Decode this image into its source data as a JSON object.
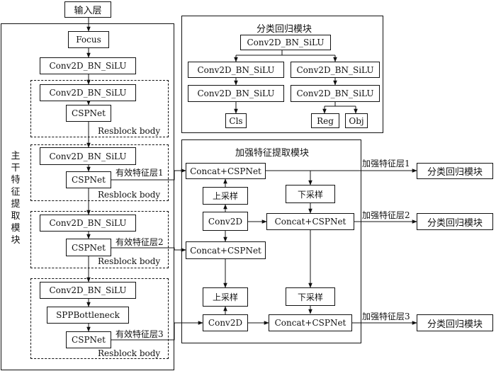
{
  "input_label": "输入层",
  "backbone": {
    "title": "主干特征提取模块",
    "focus": "Focus",
    "conv": "Conv2D_BN_SiLU",
    "cspnet": "CSPNet",
    "spp": "SPPBottleneck",
    "resblock": "Resblock body",
    "feat1": "有效特征层1",
    "feat2": "有效特征层2",
    "feat3": "有效特征层3"
  },
  "head": {
    "title": "分类回归模块",
    "conv": "Conv2D_BN_SiLU",
    "cls": "Cls",
    "reg": "Reg",
    "obj": "Obj"
  },
  "neck": {
    "title": "加强特征提取模块",
    "concat": "Concat+CSPNet",
    "conv2d": "Conv2D",
    "upsample": "上采样",
    "downsample": "下采样"
  },
  "outputs": {
    "feat1": "加强特征层1",
    "feat2": "加强特征层2",
    "feat3": "加强特征层3",
    "target": "分类回归模块"
  }
}
